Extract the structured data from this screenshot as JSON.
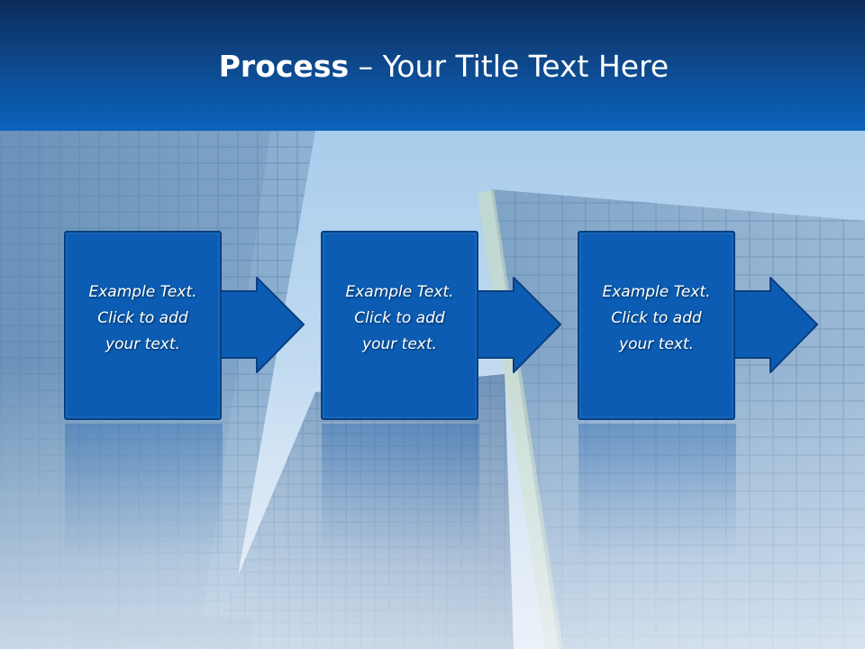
{
  "slide": {
    "title_bold": "Process",
    "title_rest": " – Your Title Text Here"
  },
  "steps": [
    {
      "line1": "Example Text.",
      "line2": "Click  to add",
      "line3": "your text."
    },
    {
      "line1": "Example Text.",
      "line2": "Click  to add",
      "line3": "your text."
    },
    {
      "line1": "Example Text.",
      "line2": "Click  to add",
      "line3": "your text."
    }
  ],
  "colors": {
    "header": "#0a5cb4",
    "box_fill": "#0a5cb2",
    "box_border": "#0b3f7c",
    "text": "#ffffff"
  },
  "icons": [
    "right-arrow-icon",
    "right-arrow-icon",
    "right-arrow-icon"
  ]
}
